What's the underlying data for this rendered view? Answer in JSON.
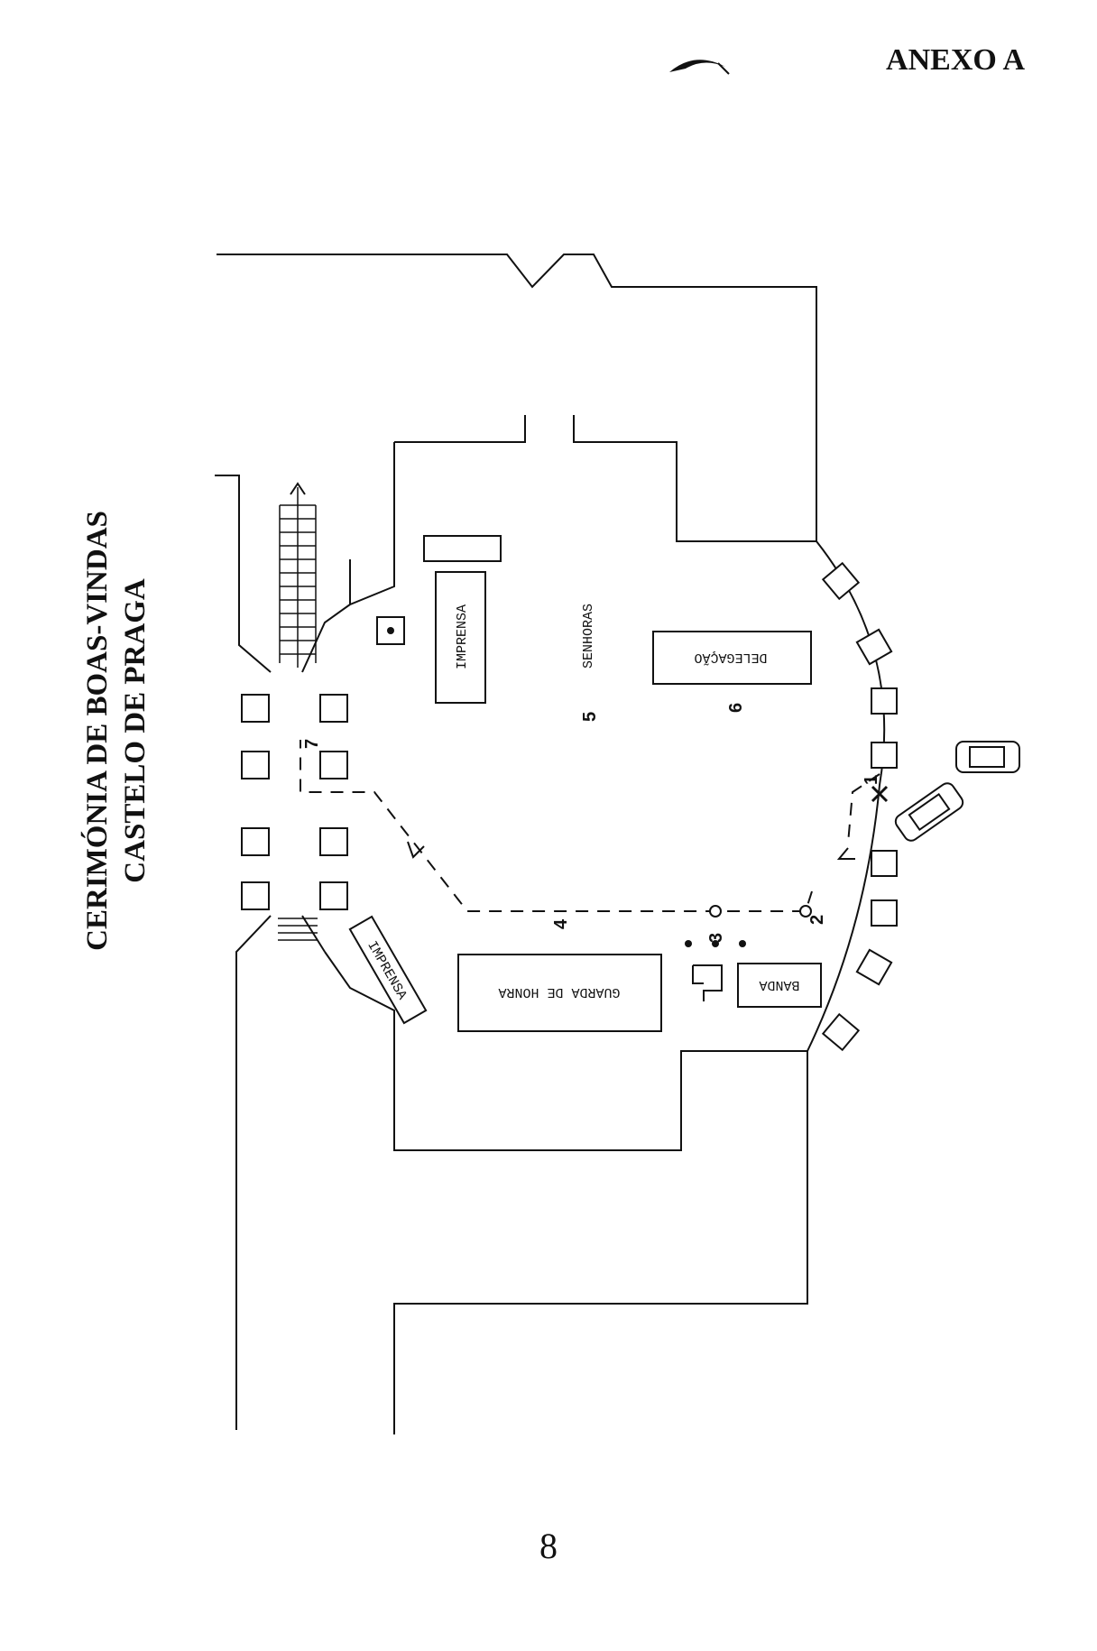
{
  "header": {
    "annex_label": "ANEXO A"
  },
  "title": {
    "line1": "CERIMÓNIA DE BOAS-VINDAS",
    "line2": "CASTELO DE PRAGA"
  },
  "labels": {
    "imprensa_left": "IMPRENSA",
    "imprensa_right": "IMPRENSA",
    "senhoras": "SENHORAS",
    "delegacao": "DELEGAÇÃO",
    "guarda_de_honra": "GUARDA DE HONRA",
    "banda": "BANDA"
  },
  "markers": [
    "1",
    "2",
    "3",
    "4",
    "5",
    "6",
    "7"
  ],
  "page_number": "8",
  "colors": {
    "ink": "#111111",
    "paper": "#ffffff"
  }
}
